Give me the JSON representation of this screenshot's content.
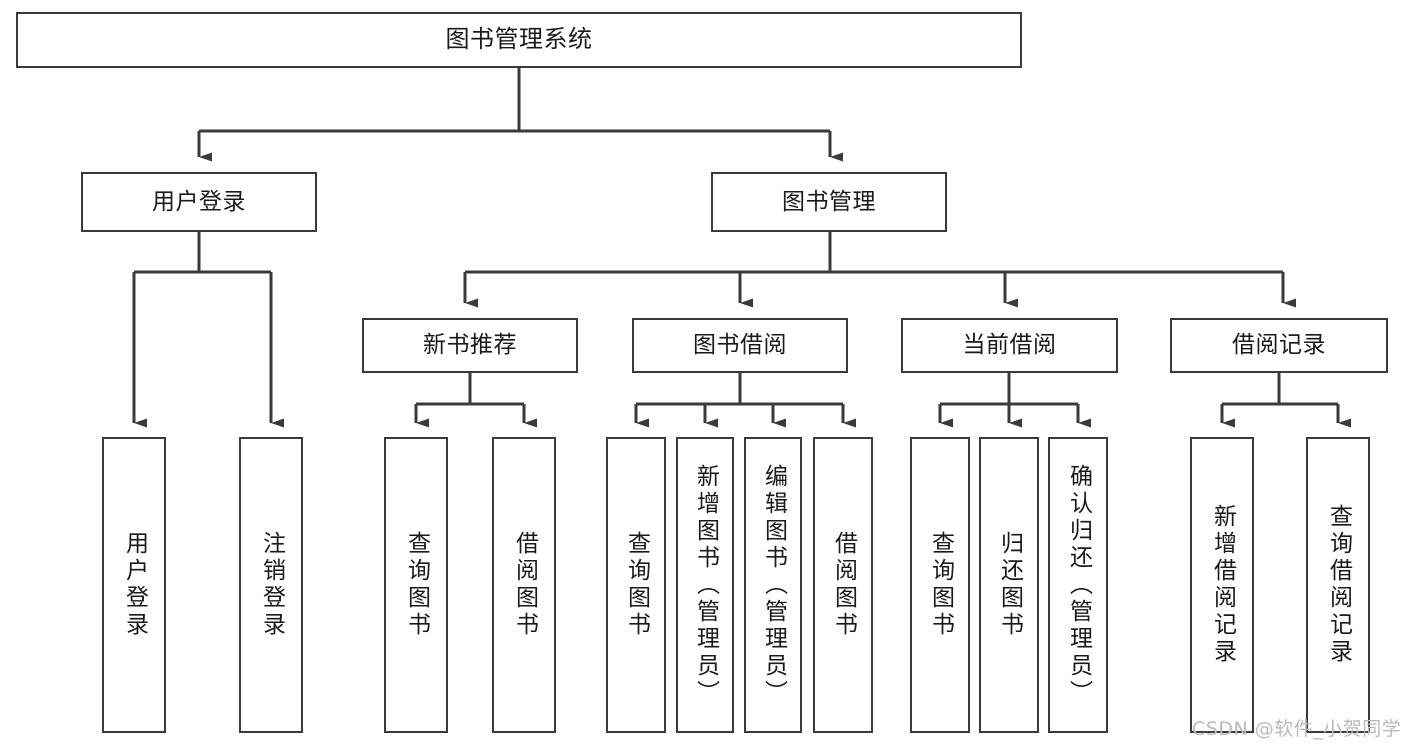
{
  "diagram": {
    "title": "图书管理系统",
    "type": "tree-hierarchy-diagram",
    "colors": {
      "background": "#ffffff",
      "node_border": "#3a3a3a",
      "node_fill": "#ffffff",
      "connector": "#3a3a3a",
      "text": "#1a1a1a",
      "watermark": "#b9b9b9"
    },
    "levels": [
      {
        "level": 1,
        "nodes": [
          {
            "id": "root",
            "label": "图书管理系统"
          }
        ]
      },
      {
        "level": 2,
        "nodes": [
          {
            "id": "user-login",
            "label": "用户登录",
            "parent": "root"
          },
          {
            "id": "book-manage",
            "label": "图书管理",
            "parent": "root"
          }
        ]
      },
      {
        "level": 3,
        "nodes": [
          {
            "id": "new-book-recommend",
            "label": "新书推荐",
            "parent": "book-manage"
          },
          {
            "id": "book-borrow",
            "label": "图书借阅",
            "parent": "book-manage"
          },
          {
            "id": "current-borrow",
            "label": "当前借阅",
            "parent": "book-manage"
          },
          {
            "id": "borrow-record",
            "label": "借阅记录",
            "parent": "book-manage"
          }
        ]
      },
      {
        "level": 4,
        "nodes": [
          {
            "id": "leaf-user-login",
            "label": "用户登录",
            "parent": "user-login"
          },
          {
            "id": "leaf-logout-login",
            "label": "注销登录",
            "parent": "user-login"
          },
          {
            "id": "leaf-query-book-1",
            "label": "查询图书",
            "parent": "new-book-recommend"
          },
          {
            "id": "leaf-borrow-book-1",
            "label": "借阅图书",
            "parent": "new-book-recommend"
          },
          {
            "id": "leaf-query-book-2",
            "label": "查询图书",
            "parent": "book-borrow"
          },
          {
            "id": "leaf-add-book",
            "label": "新增图书（管理员）",
            "parent": "book-borrow"
          },
          {
            "id": "leaf-edit-book",
            "label": "编辑图书（管理员）",
            "parent": "book-borrow"
          },
          {
            "id": "leaf-borrow-book-2",
            "label": "借阅图书",
            "parent": "book-borrow"
          },
          {
            "id": "leaf-query-book-3",
            "label": "查询图书",
            "parent": "current-borrow"
          },
          {
            "id": "leaf-return-book",
            "label": "归还图书",
            "parent": "current-borrow"
          },
          {
            "id": "leaf-confirm-return",
            "label": "确认归还（管理员）",
            "parent": "current-borrow"
          },
          {
            "id": "leaf-add-record",
            "label": "新增借阅记录",
            "parent": "borrow-record"
          },
          {
            "id": "leaf-query-record",
            "label": "查询借阅记录",
            "parent": "borrow-record"
          }
        ]
      }
    ]
  },
  "watermark": {
    "text": "CSDN @软件_小贺同学"
  }
}
